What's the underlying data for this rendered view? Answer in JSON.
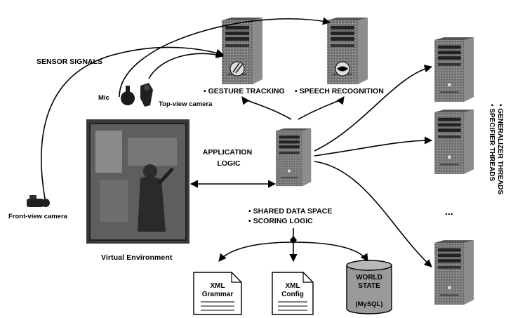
{
  "labels": {
    "sensor_signals": "SENSOR SIGNALS",
    "mic": "Mic",
    "top_view_camera": "Top-view camera",
    "front_view_camera": "Front-view camera",
    "virtual_environment": "Virtual Environment",
    "gesture_tracking": "• GESTURE TRACKING",
    "speech_recognition": "• SPEECH RECOGNITION",
    "application_logic_1": "APPLICATION",
    "application_logic_2": "LOGIC",
    "shared_data_space": "• SHARED DATA SPACE",
    "scoring_logic": "• SCORING LOGIC",
    "ellipsis": "...",
    "rotated_1": "• SPECIFIER THREADS",
    "rotated_2": "• GENERALIZER THREADS"
  },
  "documents": {
    "grammar": [
      "XML",
      "Grammar"
    ],
    "config": [
      "XML",
      "Config"
    ]
  },
  "database": {
    "title": [
      "WORLD",
      "STATE"
    ],
    "subtitle": "(MySQL)"
  },
  "colors": {
    "tower_body": "#6b6b6b",
    "tower_front": "#2a2a2a",
    "ink": "#000000",
    "db_fill": "#9a9a9a"
  }
}
